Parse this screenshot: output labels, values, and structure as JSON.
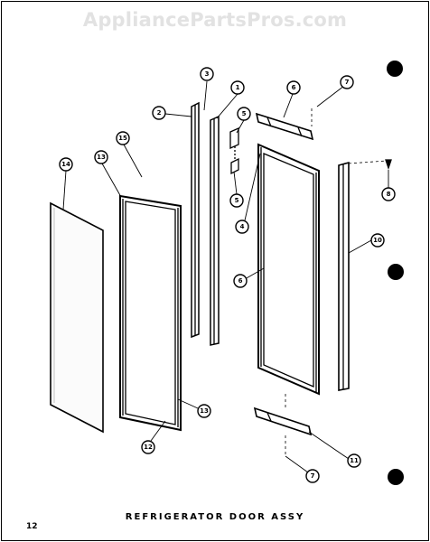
{
  "watermark": "AppliancePartsPros.com",
  "title": "REFRIGERATOR DOOR ASSY",
  "page_number": "12",
  "callouts": [
    {
      "id": "c3",
      "label": "3"
    },
    {
      "id": "c1",
      "label": "1"
    },
    {
      "id": "c2",
      "label": "2"
    },
    {
      "id": "c6",
      "label": "6"
    },
    {
      "id": "c7a",
      "label": "7"
    },
    {
      "id": "c5a",
      "label": "5"
    },
    {
      "id": "c15",
      "label": "15"
    },
    {
      "id": "c14",
      "label": "14"
    },
    {
      "id": "c13a",
      "label": "13"
    },
    {
      "id": "c5b",
      "label": "5"
    },
    {
      "id": "c4",
      "label": "4"
    },
    {
      "id": "c8",
      "label": "8"
    },
    {
      "id": "c10",
      "label": "10"
    },
    {
      "id": "c6b",
      "label": "6"
    },
    {
      "id": "c13b",
      "label": "13"
    },
    {
      "id": "c12",
      "label": "12"
    },
    {
      "id": "c11",
      "label": "11"
    },
    {
      "id": "c7b",
      "label": "7"
    }
  ]
}
